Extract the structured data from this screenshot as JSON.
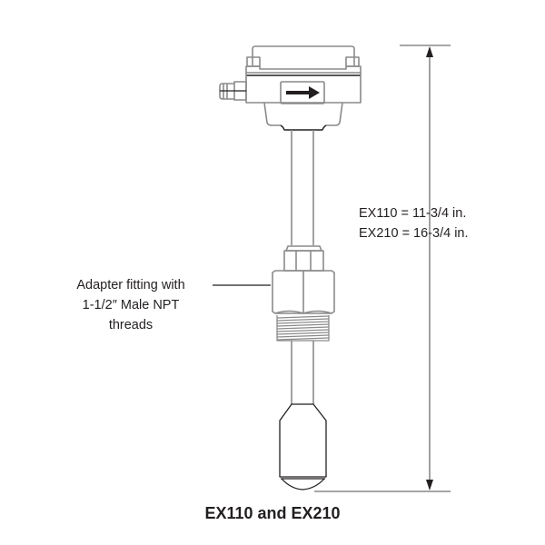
{
  "figure": {
    "caption": "EX110 and EX210",
    "callouts": {
      "adapter": {
        "lines": [
          "Adapter fitting with",
          "1-1/2″ Male NPT",
          "threads"
        ]
      },
      "dimension": {
        "lines": [
          "EX110 = 11-3/4 in.",
          "EX210 = 16-3/4 in."
        ]
      }
    },
    "icons": {
      "housing_arrow": "right-arrow"
    },
    "colors": {
      "line": "#8a8a8a",
      "dark_line": "#231f20",
      "text": "#231f20",
      "background": "#ffffff"
    }
  }
}
